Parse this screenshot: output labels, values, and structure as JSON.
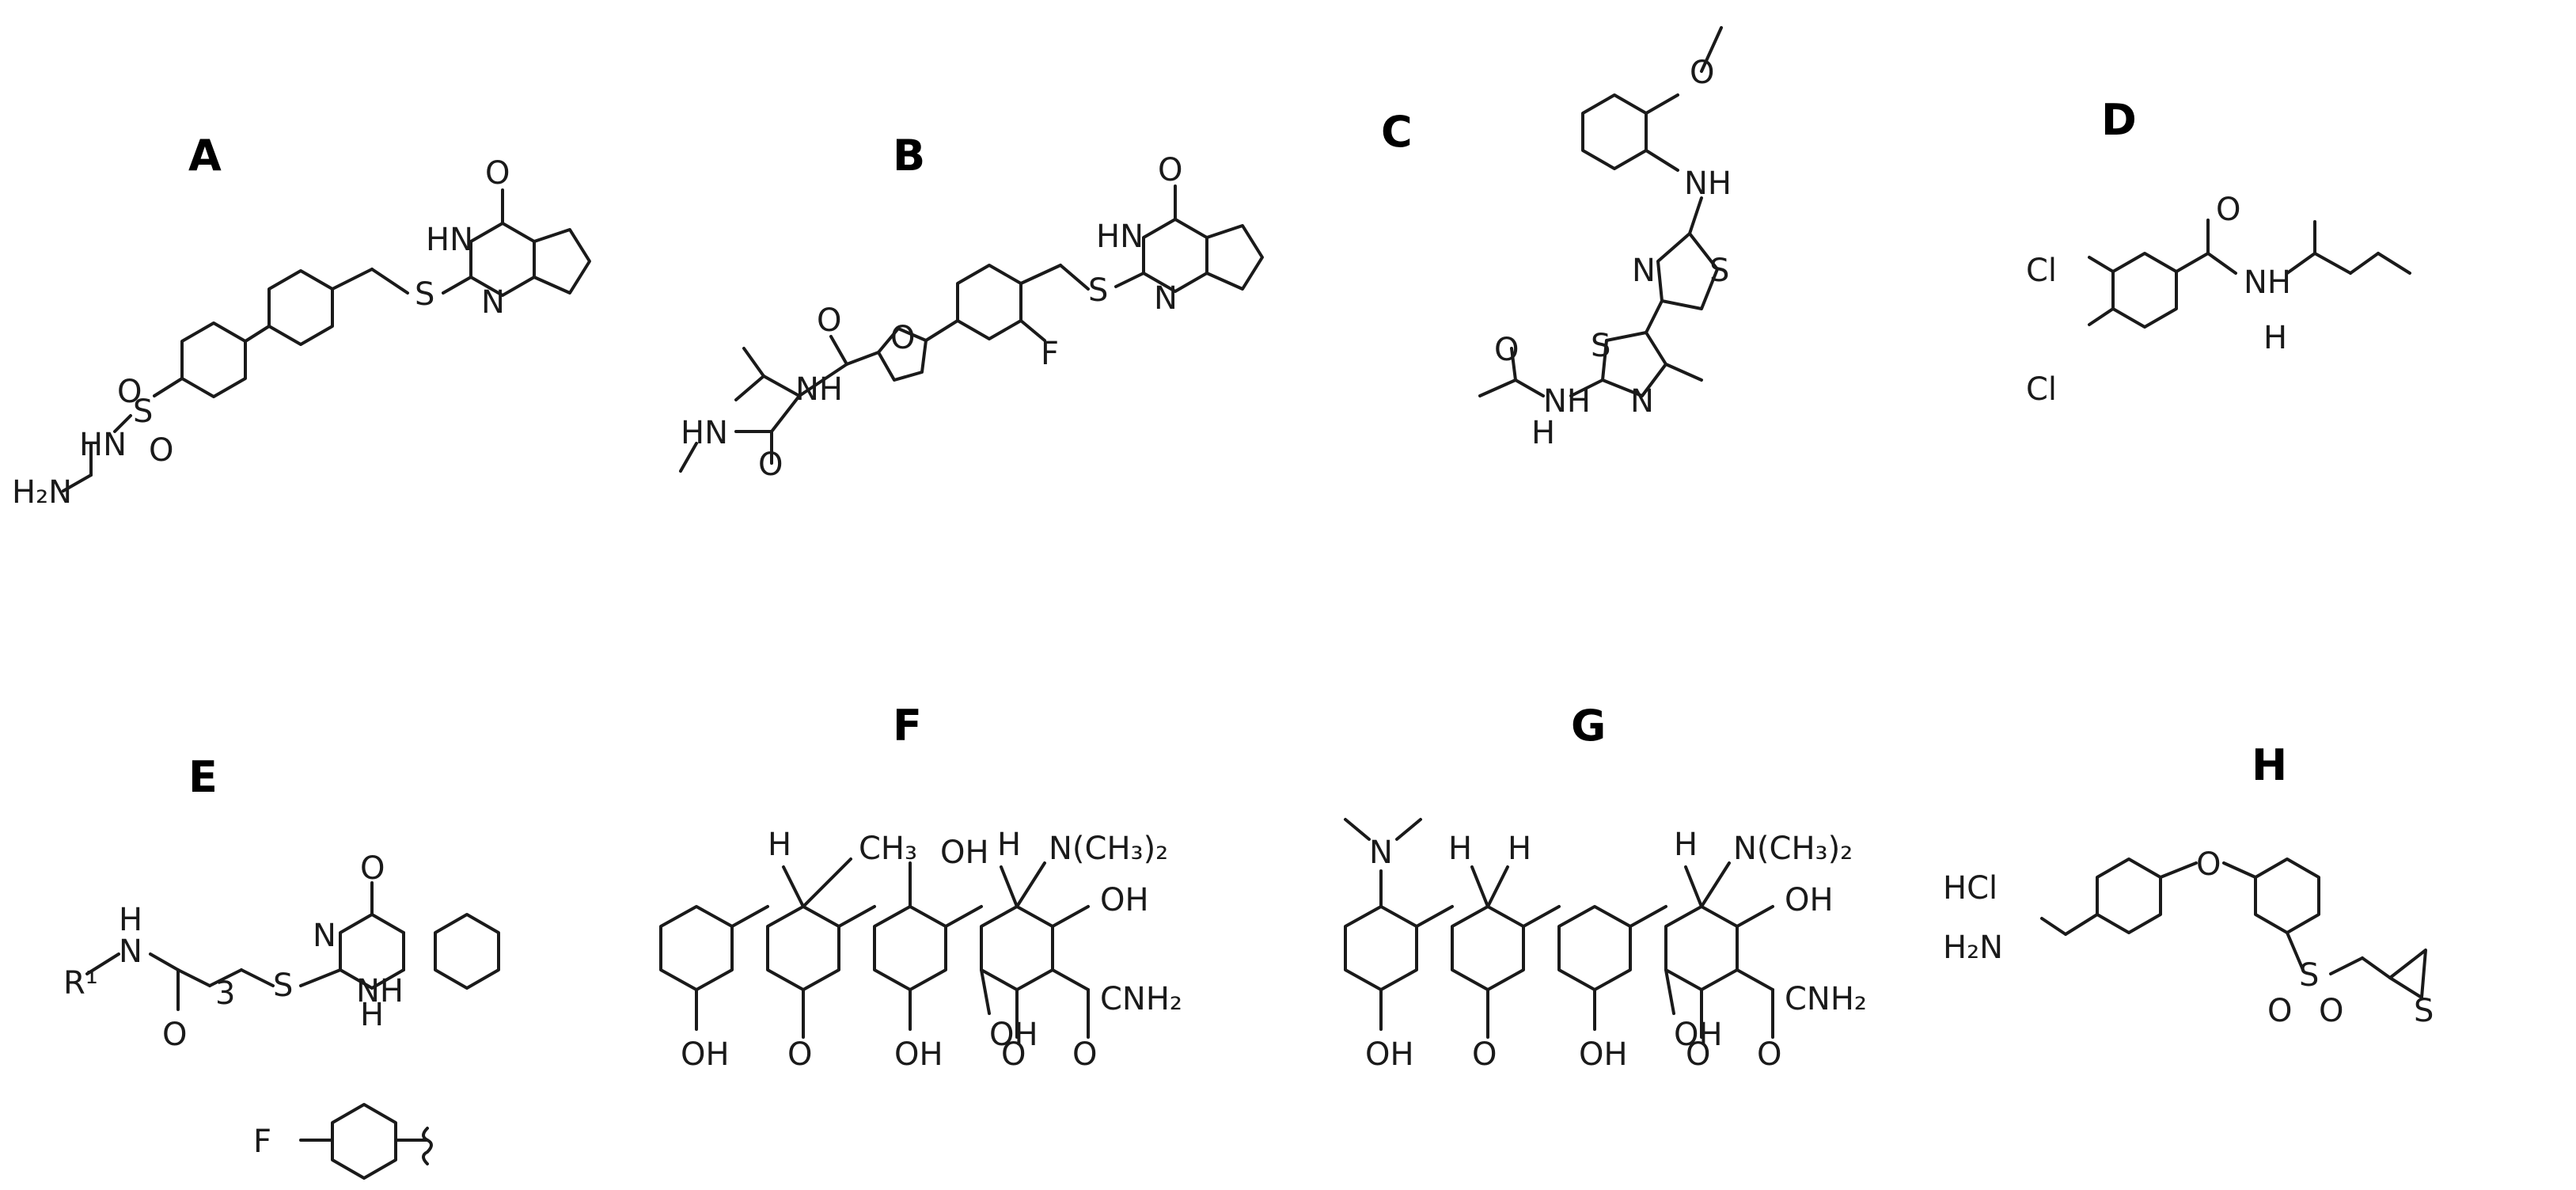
{
  "panels": [
    {
      "label": "A",
      "atoms": {
        "o": "O",
        "hn": "HN",
        "n": "N",
        "s": "S",
        "s2": "S",
        "o1": "O",
        "o2": "O",
        "hn2": "HN",
        "h2n": "H₂N"
      }
    },
    {
      "label": "B",
      "atoms": {
        "o": "O",
        "hn": "HN",
        "n": "N",
        "s": "S",
        "f": "F",
        "ofuran": "O",
        "o_amide": "O",
        "nh": "NH",
        "hn2": "HN",
        "o2": "O"
      }
    },
    {
      "label": "C",
      "atoms": {
        "o": "O",
        "nh": "NH",
        "n1": "N",
        "s1": "S",
        "s2": "S",
        "n2": "N",
        "o2": "O",
        "nh2": "NH",
        "h_subscript": "H"
      }
    },
    {
      "label": "D",
      "atoms": {
        "cl1": "Cl",
        "cl2": "Cl",
        "o": "O",
        "nh": "NH",
        "h": "H"
      }
    },
    {
      "label": "E",
      "atoms": {
        "o": "O",
        "n": "N",
        "s": "S",
        "nh": "NH",
        "h_nh": "H",
        "r1": "R¹",
        "h_n": "H",
        "n_amide": "N",
        "o_amide": "O",
        "sub3": "3",
        "f": "F"
      }
    },
    {
      "label": "F",
      "atoms": {
        "h1": "H",
        "ch3": "CH₃",
        "oh_top": "OH",
        "h2": "H",
        "nme2": "N(CH₃)₂",
        "oh_right": "OH",
        "conh2": "CNH₂",
        "oh_b1": "OH",
        "o_b": "O",
        "oh_b2": "OH",
        "oh_b3": "OH",
        "o_b2": "O",
        "o_conh": "O"
      }
    },
    {
      "label": "G",
      "atoms": {
        "n": "N",
        "h1": "H",
        "h2": "H",
        "h3": "H",
        "nme2": "N(CH₃)₂",
        "oh_right": "OH",
        "conh2": "CNH₂",
        "oh_b1": "OH",
        "o_b": "O",
        "oh_b2": "OH",
        "oh_b3": "OH",
        "o_b2": "O",
        "o_conh": "O"
      }
    },
    {
      "label": "H",
      "atoms": {
        "hcl": "HCl",
        "h2n": "H₂N",
        "o": "O",
        "s": "S",
        "o1": "O",
        "o2": "O",
        "s_ep": "S"
      }
    }
  ]
}
